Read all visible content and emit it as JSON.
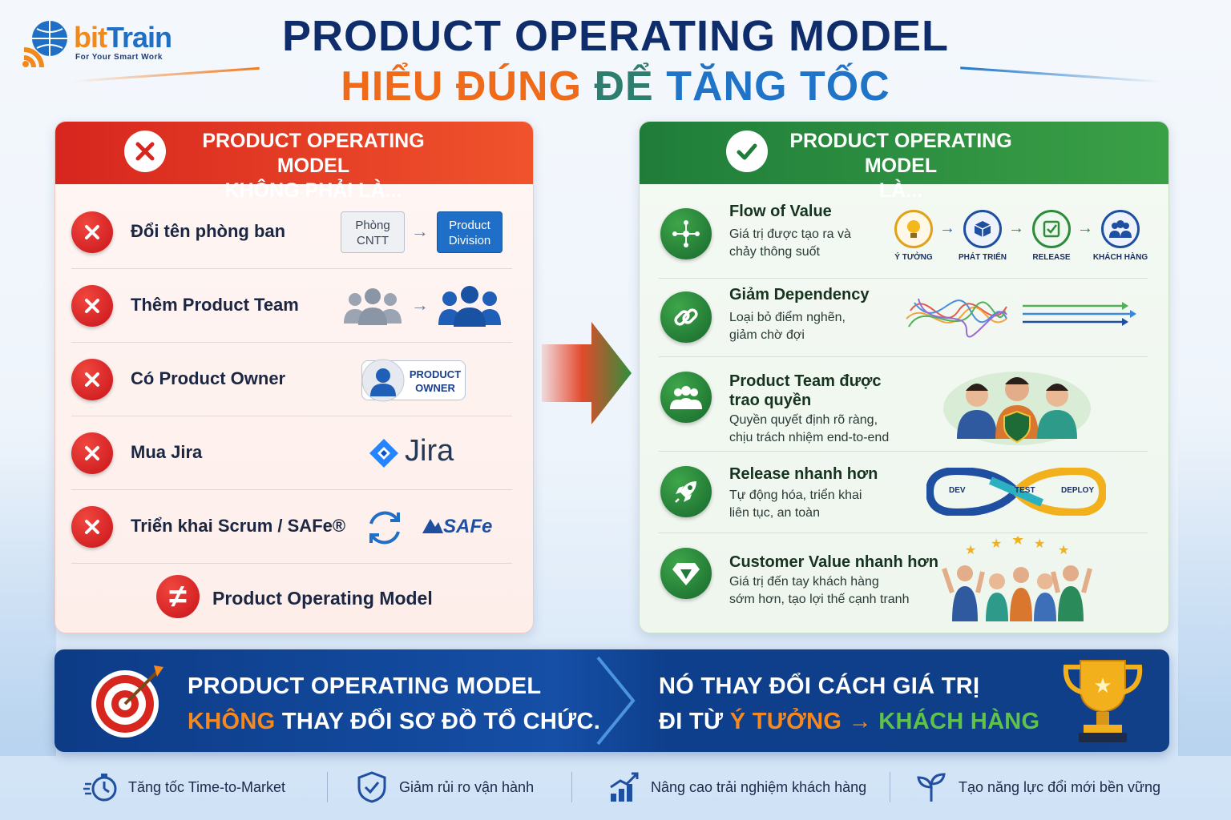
{
  "logo": {
    "brand_a": "bit",
    "brand_b": "Train",
    "tagline": "For Your Smart Work"
  },
  "header": {
    "title": "PRODUCT OPERATING MODEL",
    "subtitle_part1": "HIỂU ĐÚNG",
    "subtitle_part2": "ĐỂ",
    "subtitle_part3": "TĂNG TỐC"
  },
  "left_panel": {
    "heading_line1": "PRODUCT OPERATING MODEL",
    "heading_line2": "KHÔNG PHẢI LÀ...",
    "items": [
      {
        "label": "Đổi tên phòng ban",
        "from": "Phòng CNTT",
        "to": "Product Division"
      },
      {
        "label": "Thêm Product Team"
      },
      {
        "label": "Có Product Owner",
        "badge": "PRODUCT OWNER"
      },
      {
        "label": "Mua Jira",
        "brand": "Jira"
      },
      {
        "label": "Triển khai Scrum / SAFe®",
        "brand": "SAFe"
      }
    ],
    "footer": "Product Operating Model"
  },
  "right_panel": {
    "heading_line1": "PRODUCT OPERATING MODEL",
    "heading_line2": "LÀ...",
    "items": [
      {
        "title": "Flow of Value",
        "desc1": "Giá trị được tạo ra và",
        "desc2": "chảy thông suốt"
      },
      {
        "title": "Giảm Dependency",
        "desc1": "Loại bỏ điểm nghẽn,",
        "desc2": "giảm chờ đợi"
      },
      {
        "title1": "Product Team được",
        "title2": "trao quyền",
        "desc1": "Quyền quyết định rõ ràng,",
        "desc2": "chịu trách nhiệm end-to-end"
      },
      {
        "title": "Release nhanh hơn",
        "desc1": "Tự động hóa, triển khai",
        "desc2": "liên tục, an toàn"
      },
      {
        "title": "Customer Value nhanh hơn",
        "desc1": "Giá trị đến tay khách hàng",
        "desc2": "sớm hơn, tạo lợi thế cạnh tranh"
      }
    ],
    "flow_steps": [
      "Ý TƯỞNG",
      "PHÁT TRIỂN",
      "RELEASE",
      "KHÁCH HÀNG"
    ],
    "devops": [
      "DEV",
      "TEST",
      "DEPLOY"
    ]
  },
  "banner": {
    "left_line1": "PRODUCT OPERATING MODEL",
    "left_line2_a": "KHÔNG",
    "left_line2_b": "THAY ĐỔI SƠ ĐỒ TỔ CHỨC.",
    "right_line1": "NÓ THAY ĐỔI CÁCH GIÁ TRỊ",
    "right_line2_a": "ĐI TỪ",
    "right_line2_b": "Ý TƯỞNG",
    "right_line2_c": "→",
    "right_line2_d": "KHÁCH HÀNG"
  },
  "benefits": [
    "Tăng tốc Time-to-Market",
    "Giảm rủi ro vận hành",
    "Nâng cao trải nghiệm khách hàng",
    "Tạo năng lực đổi mới bền vững"
  ],
  "colors": {
    "navy": "#0f2c6b",
    "orange": "#ef6b1a",
    "red": "#d7261e",
    "green": "#1f7d3a",
    "blue": "#1f74c8"
  }
}
